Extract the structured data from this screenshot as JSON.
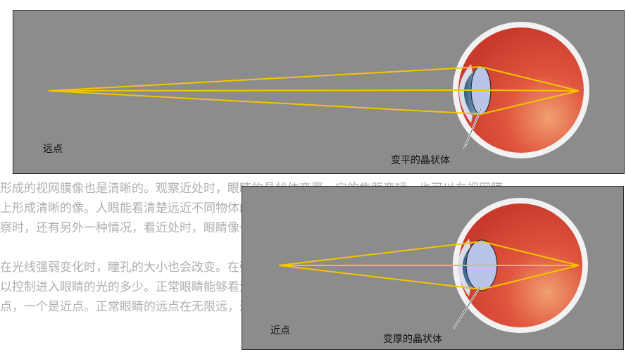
{
  "top_panel": {
    "near_point_label": "远点",
    "lens_label": "变平的晶状体"
  },
  "bottom_panel": {
    "near_point_label": "近点",
    "lens_label": "变厚的晶状体"
  },
  "colors": {
    "panel_bg": "#8c8c8c",
    "ray": "#f5c400",
    "eyeball": "#d94535",
    "sclera": "#f2f2f2",
    "lens": "#b9c4e8",
    "aqueous": "#4d7fa8"
  }
}
